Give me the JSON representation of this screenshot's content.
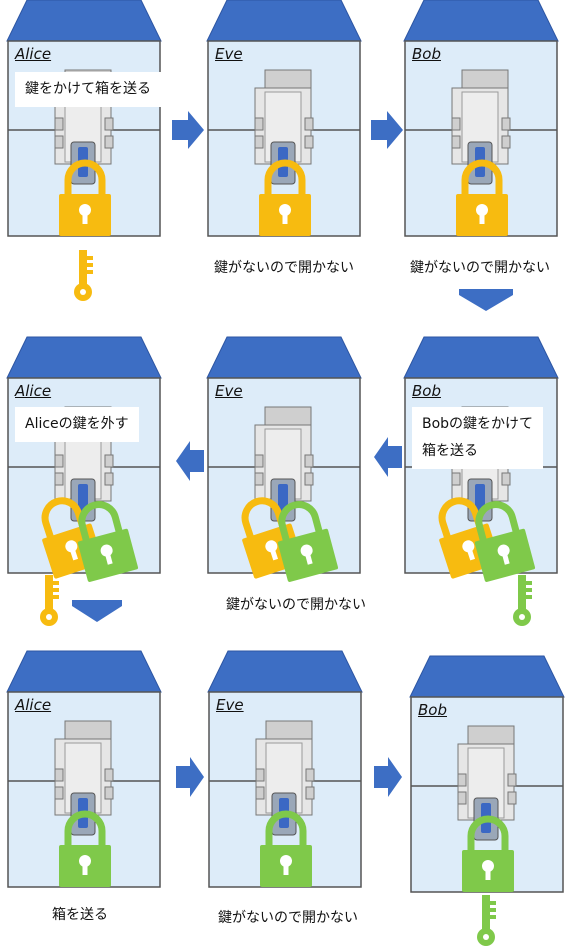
{
  "colors": {
    "roof": "#3d6ec4",
    "roof_edge": "#2d56a3",
    "wall": "#ddecf9",
    "frame": "#555555",
    "box": "#e6e6e6",
    "latch": "#3b68c4",
    "lock_alice": "#f7bb10",
    "lock_bob": "#7fc94a",
    "arrow": "#3d6ec4"
  },
  "rows": [
    {
      "panels": [
        {
          "name": "Alice",
          "callout": "鍵をかけて箱を送る",
          "locks": [
            "alice"
          ],
          "key": "alice"
        },
        {
          "name": "Eve",
          "locks": [
            "alice"
          ]
        },
        {
          "name": "Bob",
          "locks": [
            "alice"
          ]
        }
      ],
      "captions": [
        "鍵がないので開かない",
        "鍵がないので開かない"
      ]
    },
    {
      "panels": [
        {
          "name": "Alice",
          "callout": "Aliceの鍵を外す",
          "locks": [
            "alice",
            "bob"
          ],
          "key": "alice"
        },
        {
          "name": "Eve",
          "locks": [
            "alice",
            "bob"
          ]
        },
        {
          "name": "Bob",
          "callout_lines": [
            "Bobの鍵をかけて",
            "箱を送る"
          ],
          "locks": [
            "alice",
            "bob"
          ],
          "key": "bob"
        }
      ],
      "captions": [
        "鍵がないので開かない"
      ]
    },
    {
      "panels": [
        {
          "name": "Alice",
          "locks": [
            "bob"
          ]
        },
        {
          "name": "Eve",
          "locks": [
            "bob"
          ]
        },
        {
          "name": "Bob",
          "locks": [
            "bob"
          ],
          "key": "bob"
        }
      ],
      "captions": [
        "箱を送る",
        "鍵がないので開かない"
      ]
    }
  ]
}
